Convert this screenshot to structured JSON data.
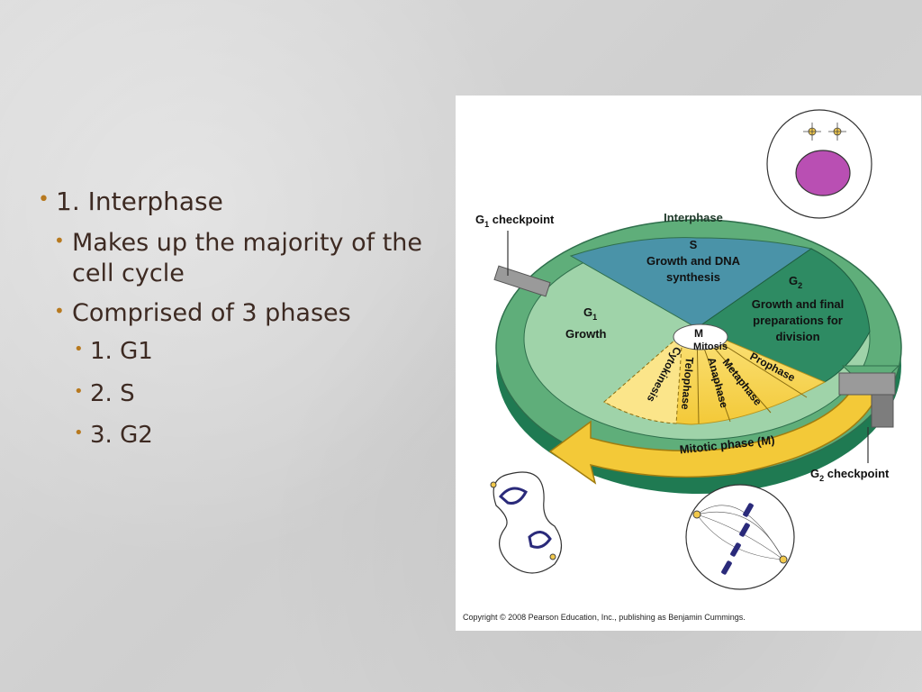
{
  "slide": {
    "bullets": [
      {
        "level": 1,
        "text": "1.  Interphase"
      },
      {
        "level": 2,
        "text": "Makes up the majority of the cell cycle"
      },
      {
        "level": 2,
        "text": "Comprised of 3 phases"
      },
      {
        "level": 3,
        "text": "1.  G1"
      },
      {
        "level": 3,
        "text": "2.  S"
      },
      {
        "level": 3,
        "text": "3.  G2"
      }
    ]
  },
  "diagram": {
    "interphase_label": "Interphase",
    "g1_checkpoint": {
      "main": "G",
      "sub": "1",
      "rest": " checkpoint"
    },
    "g2_checkpoint": {
      "main": "G",
      "sub": "2",
      "rest": " checkpoint"
    },
    "s_phase": {
      "letter": "S",
      "line1": "Growth and DNA",
      "line2": "synthesis"
    },
    "g1_phase": {
      "main": "G",
      "sub": "1",
      "label": "Growth"
    },
    "g2_phase": {
      "main": "G",
      "sub": "2",
      "line1": "Growth and final",
      "line2": "preparations for",
      "line3": "division"
    },
    "m_label": "M",
    "mitosis_label": "Mitosis",
    "mitotic_stages": [
      "Prophase",
      "Metaphase",
      "Anaphase",
      "Telophase",
      "Cytokinesis"
    ],
    "mitotic_phase_label": "Mitotic phase (M)",
    "copyright": "Copyright © 2008 Pearson Education, Inc., publishing as Benjamin Cummings.",
    "colors": {
      "ring_green": "#5fae7a",
      "ring_dark": "#1f7a52",
      "s_blue": "#4a93a8",
      "g1_green": "#9fd3a9",
      "g2_green": "#2e8b63",
      "mitotic_yellow": "#f7d54a",
      "nucleus_purple": "#b94fb3"
    }
  }
}
